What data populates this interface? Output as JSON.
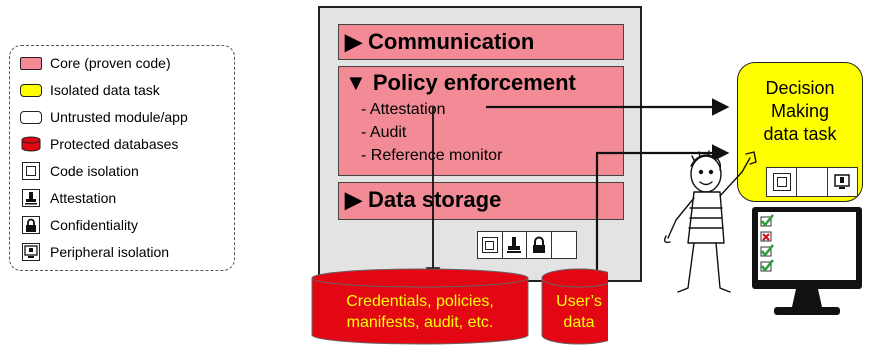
{
  "legend": {
    "items": [
      {
        "label": "Core (proven code)",
        "icon": "core-swatch"
      },
      {
        "label": "Isolated data task",
        "icon": "isolated-swatch"
      },
      {
        "label": "Untrusted module/app",
        "icon": "untrusted-swatch"
      },
      {
        "label": "Protected databases",
        "icon": "database-icon"
      },
      {
        "label": "Code isolation",
        "icon": "code-isolation-icon"
      },
      {
        "label": "Attestation",
        "icon": "attestation-stamp-icon"
      },
      {
        "label": "Confidentiality",
        "icon": "lock-icon"
      },
      {
        "label": "Peripheral isolation",
        "icon": "peripheral-isolation-icon"
      }
    ]
  },
  "system": {
    "communication": "▶ Communication",
    "policy": "▼ Policy enforcement",
    "policy_items": [
      "- Attestation",
      "- Audit",
      "- Reference monitor"
    ],
    "storage": "▶ Data storage"
  },
  "decision": {
    "lines": [
      "Decision",
      "Making",
      "data task"
    ]
  },
  "databases": {
    "credentials": [
      "Credentials, policies,",
      "manifests, audit, etc."
    ],
    "user": [
      "User’s",
      "data"
    ]
  },
  "colors": {
    "core": "#f28b96",
    "isolated": "#ffff00",
    "database": "#e30613",
    "system_bg": "#e3e3e3"
  }
}
